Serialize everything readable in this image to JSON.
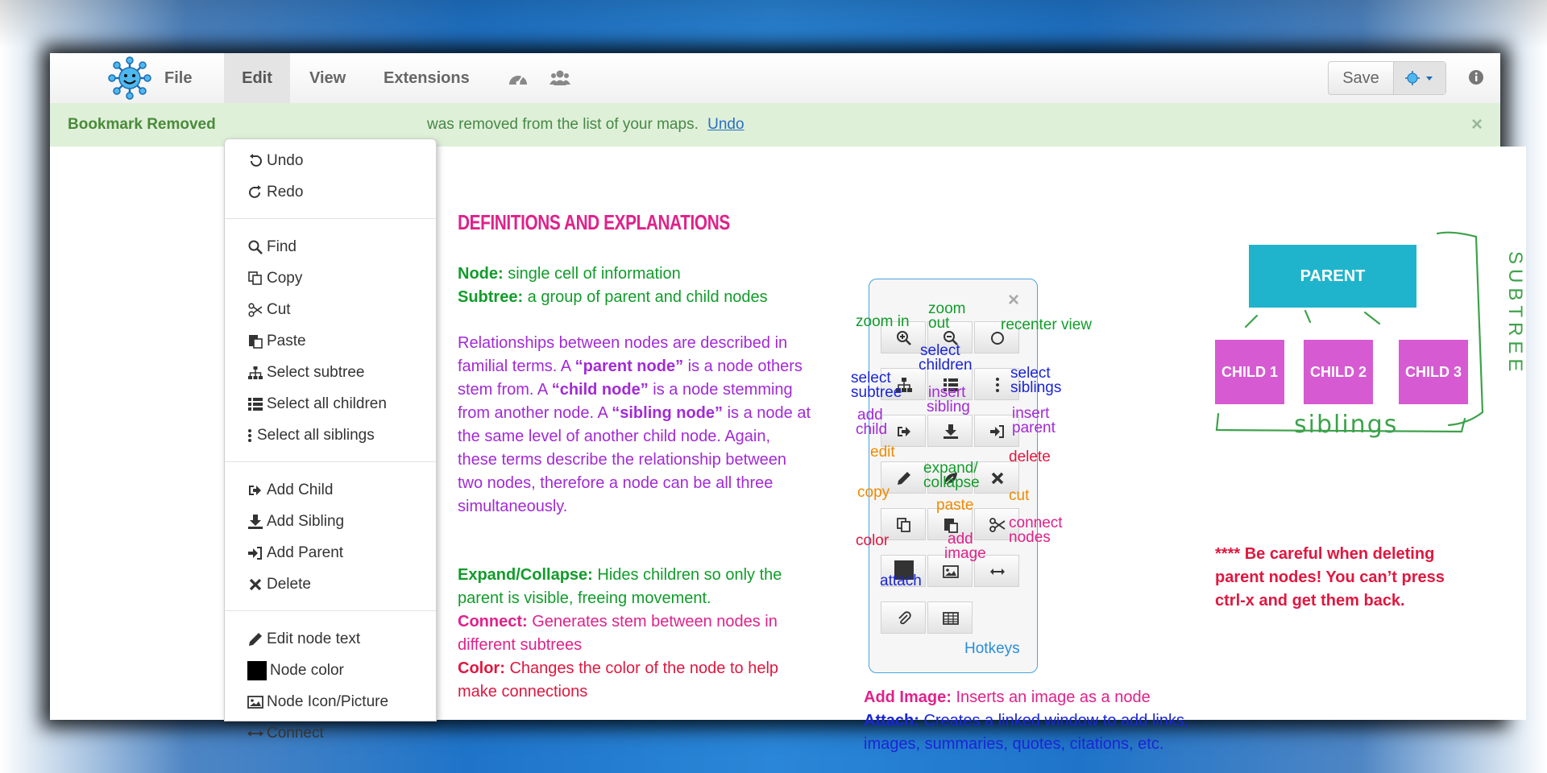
{
  "navbar": {
    "menus": [
      "File",
      "Edit",
      "View",
      "Extensions"
    ],
    "save_label": "Save"
  },
  "alert": {
    "title": "Bookmark Removed",
    "message": "was removed from the list of your maps.",
    "undo_link": "Undo",
    "close": "×"
  },
  "edit_menu": {
    "groups": [
      [
        {
          "label": "Undo",
          "icon": "undo-icon"
        },
        {
          "label": "Redo",
          "icon": "redo-icon"
        }
      ],
      [
        {
          "label": "Find",
          "icon": "search-icon"
        },
        {
          "label": "Copy",
          "icon": "copy-icon"
        },
        {
          "label": "Cut",
          "icon": "scissors-icon"
        },
        {
          "label": "Paste",
          "icon": "paste-icon"
        },
        {
          "label": "Select subtree",
          "icon": "sitemap-icon"
        },
        {
          "label": "Select all children",
          "icon": "list-icon"
        },
        {
          "label": "Select all siblings",
          "icon": "vertical-ellipsis-icon"
        }
      ],
      [
        {
          "label": "Add Child",
          "icon": "add-child-icon"
        },
        {
          "label": "Add Sibling",
          "icon": "download-icon"
        },
        {
          "label": "Add Parent",
          "icon": "sign-in-icon"
        },
        {
          "label": "Delete",
          "icon": "x-icon"
        }
      ],
      [
        {
          "label": "Edit node text",
          "icon": "pencil-icon"
        },
        {
          "label": "Node color",
          "icon": "color-square-icon"
        },
        {
          "label": "Node Icon/Picture",
          "icon": "image-icon"
        },
        {
          "label": "Connect",
          "icon": "arrows-h-icon"
        }
      ]
    ]
  },
  "doc": {
    "title": "DEFINITIONS AND EXPLANATIONS",
    "node_term": "Node:",
    "node_def": " single cell of information",
    "subtree_term": "Subtree:",
    "subtree_def": " a group of parent and child nodes",
    "rel_1": "Relationships between nodes are described in familial terms. A ",
    "rel_parent": "“parent node”",
    "rel_2": " is a node others stem from. A ",
    "rel_child": "“child node”",
    "rel_3": " is a node stemming from another node. A ",
    "rel_sibling": "“sibling node”",
    "rel_4": " is a node at the same level of another child node. Again, these terms describe the relationship between two nodes, therefore a node can be all three simultaneously.",
    "expand_term": "Expand/Collapse:",
    "expand_def": " Hides children so only the parent is visible, freeing movement.",
    "connect_term": "Connect:",
    "connect_def": " Generates stem between nodes in different subtrees",
    "color_term": "Color:",
    "color_def": " Changes the color of the node to help make connections",
    "addimage_term": "Add Image:",
    "addimage_def": " Inserts an image as a node",
    "attach_term": "Attach:",
    "attach_def": " Creates a linked window to add links, images, summaries, quotes, citations, etc.",
    "warning": "**** Be careful when deleting parent nodes! You can’t press ctrl-x and get them back."
  },
  "toolbar": {
    "close": "×",
    "hotkeys": "Hotkeys",
    "labels": {
      "zoom_in": "zoom in",
      "zoom_out_1": "zoom",
      "zoom_out_2": "out",
      "recenter": "recenter view",
      "select_children_1": "select",
      "select_children_2": "children",
      "select_subtree_1": "select",
      "select_subtree_2": "subtree",
      "select_siblings_1": "select",
      "select_siblings_2": "siblings",
      "insert_sibling_1": "insert",
      "insert_sibling_2": "sibling",
      "add_child_1": "add",
      "add_child_2": "child",
      "insert_parent_1": "insert",
      "insert_parent_2": "parent",
      "edit": "edit",
      "delete": "delete",
      "expand_1": "expand/",
      "expand_2": "collapse",
      "copy": "copy",
      "paste": "paste",
      "cut": "cut",
      "color": "color",
      "add_image_1": "add",
      "add_image_2": "image",
      "connect_1": "connect",
      "connect_2": "nodes",
      "attach": "attach"
    }
  },
  "diagram": {
    "parent": "PARENT",
    "children": [
      "CHILD 1",
      "CHILD 2",
      "CHILD 3"
    ],
    "subtree_label": "SUBTREE",
    "siblings_label": "siblings"
  },
  "colors": {
    "parent_node": "#1fb4cc",
    "child_node": "#d65ad1",
    "annotation_green": "#3da24a"
  }
}
